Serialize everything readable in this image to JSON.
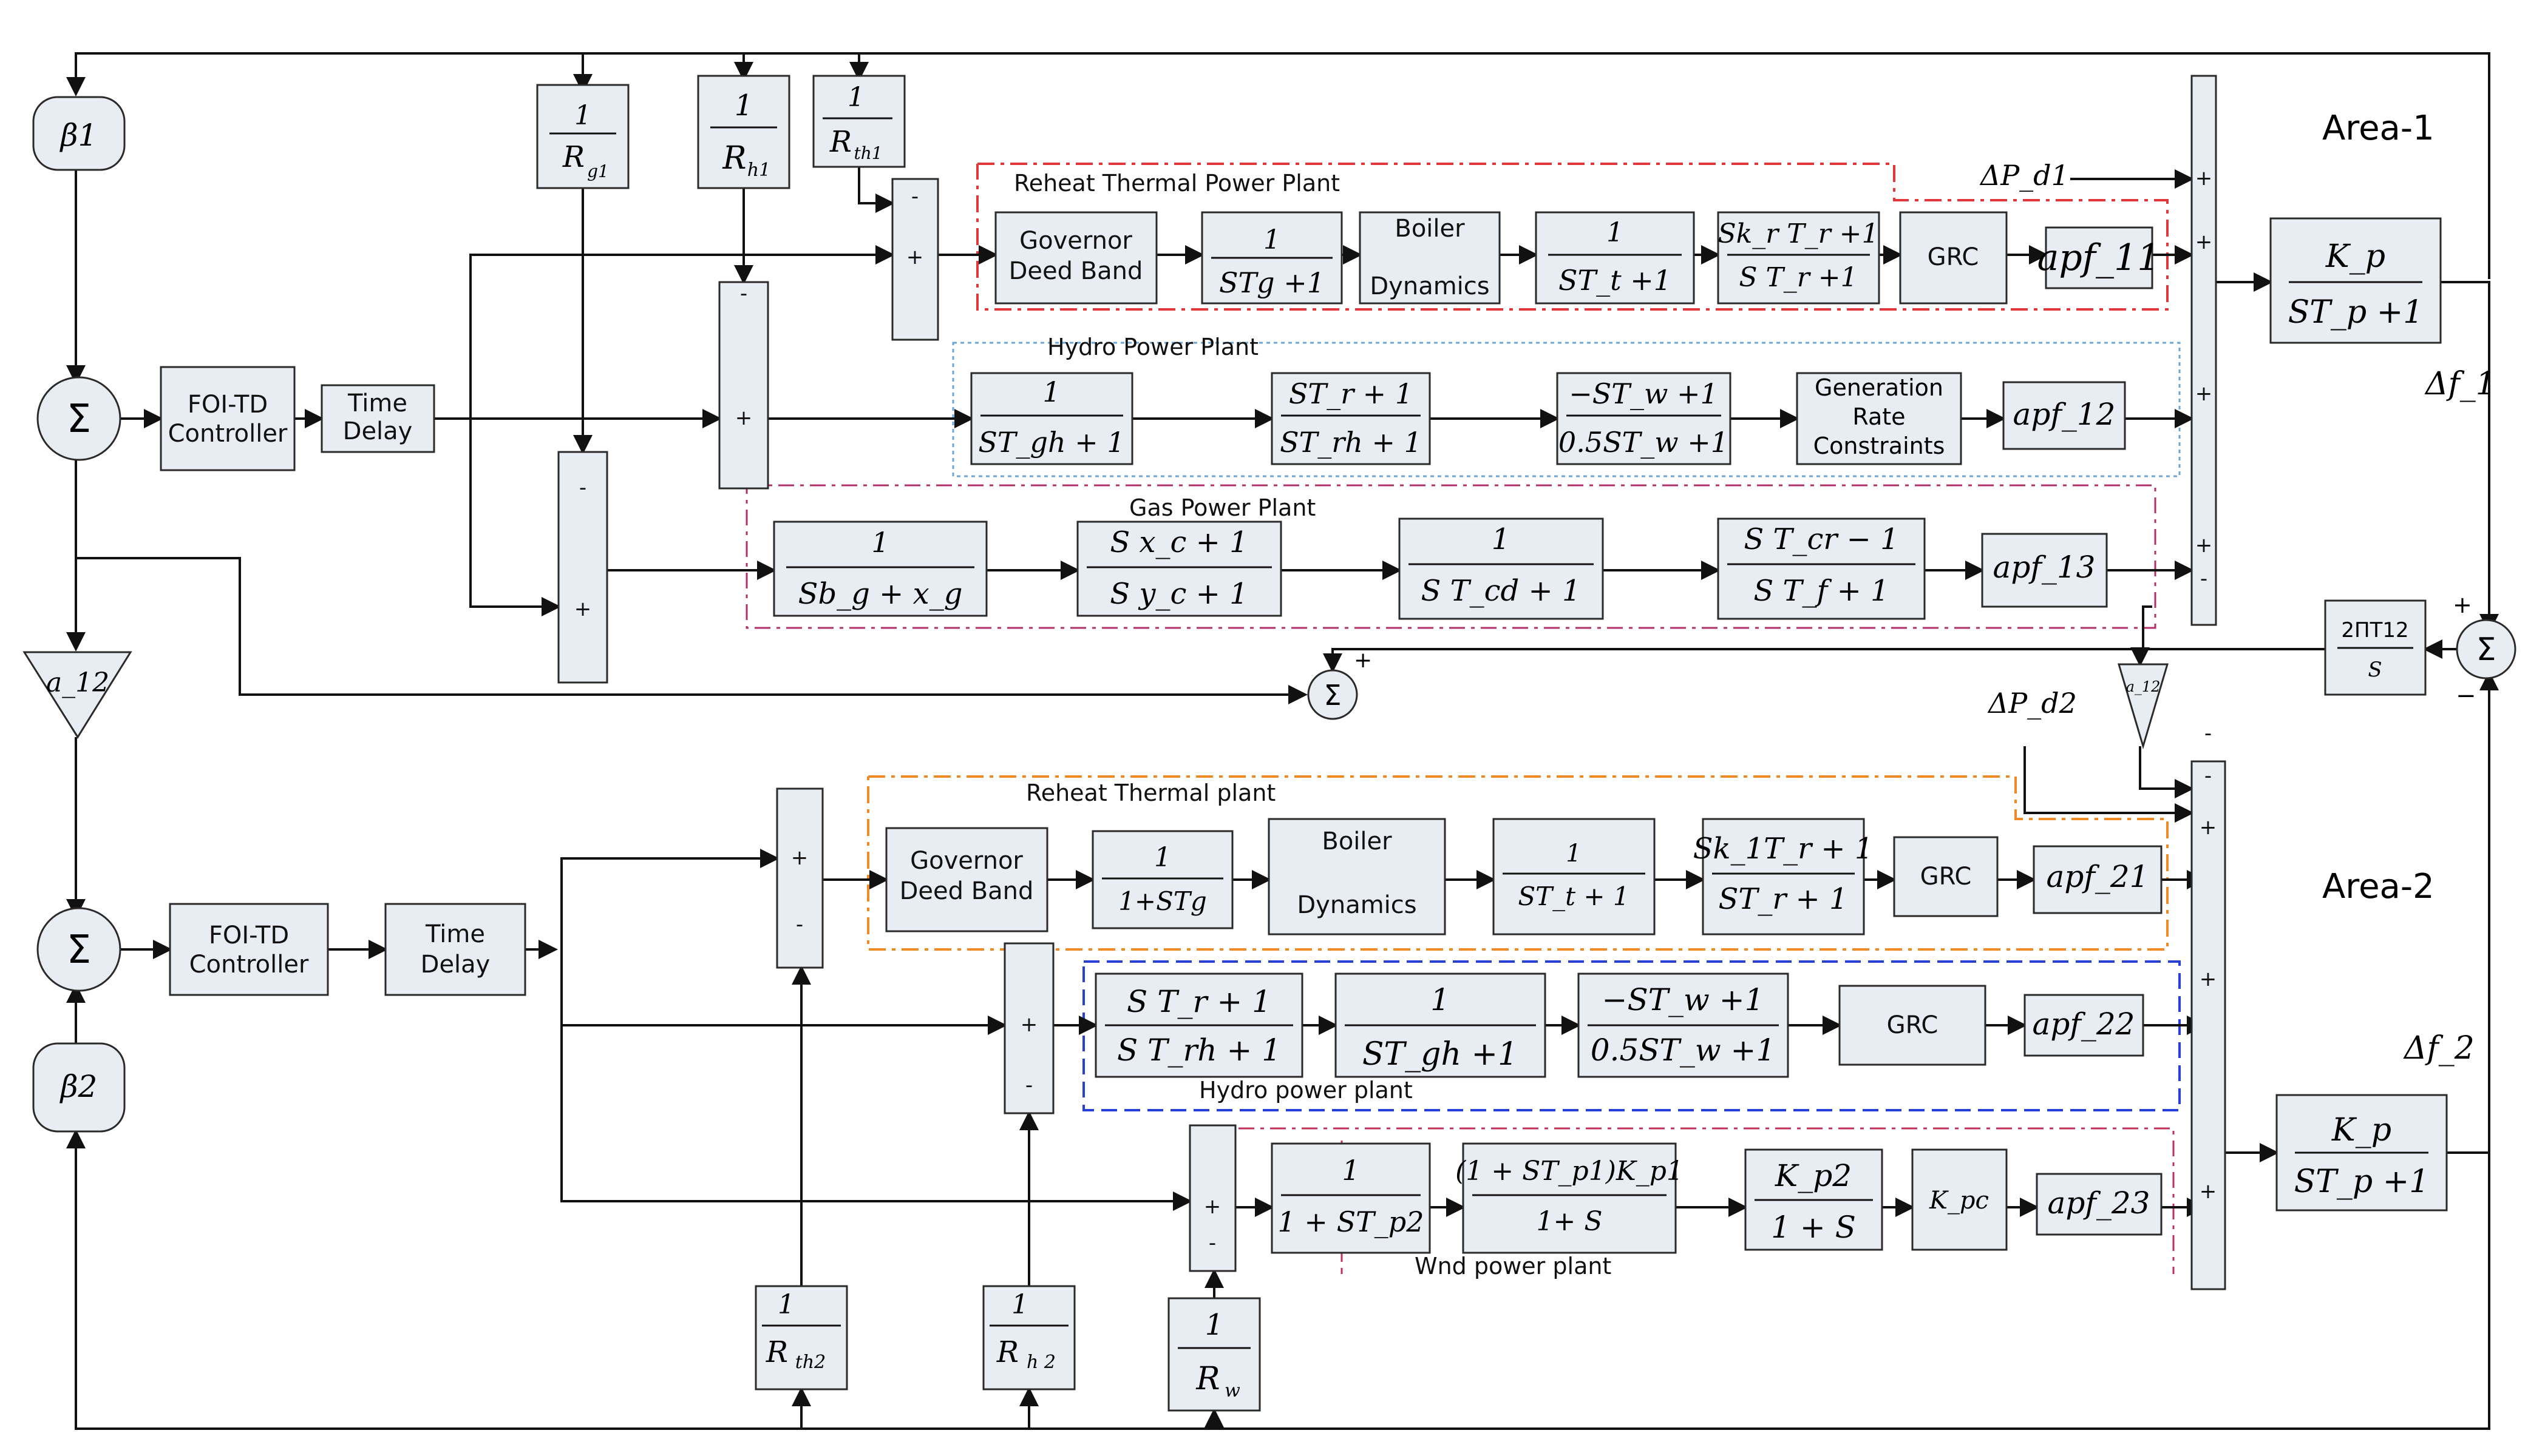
{
  "area1": {
    "title": "Area-1",
    "beta": "β1",
    "sum": "Σ",
    "controller_l1": "FOI-TD",
    "controller_l2": "Controller",
    "delay_l1": "Time",
    "delay_l2": "Delay",
    "r_g1": {
      "num": "1",
      "den": "R",
      "sub": "g1"
    },
    "r_h1": {
      "num": "1",
      "den": "R",
      "sub": "h1"
    },
    "r_th1": {
      "num": "1",
      "den": "R",
      "sub": "th1"
    },
    "thermal": {
      "label": "Reheat Thermal Power Plant",
      "governor_l1": "Governor",
      "governor_l2": "Deed Band",
      "tf1_num": "1",
      "tf1_den": "STg +1",
      "boiler_l1": "Boiler",
      "boiler_l2": "Dynamics",
      "tf2_num": "1",
      "tf2_den": "ST_t +1",
      "tf3_num": "Sk_r T_r +1",
      "tf3_den": "S T_r +1",
      "grc": "GRC",
      "apf": "apf_11"
    },
    "hydro": {
      "label": "Hydro Power Plant",
      "tf1_num": "1",
      "tf1_den": "ST_gh + 1",
      "tf2_num": "ST_r + 1",
      "tf2_den": "ST_rh + 1",
      "tf3_num": "−ST_w +1",
      "tf3_den": "0.5ST_w +1",
      "grc_l1": "Generation",
      "grc_l2": "Rate",
      "grc_l3": "Constraints",
      "apf": "apf_12"
    },
    "gas": {
      "label": "Gas Power Plant",
      "tf1_num": "1",
      "tf1_den": "Sb_g + x_g",
      "tf2_num": "S x_c + 1",
      "tf2_den": "S y_c + 1",
      "tf3_num": "1",
      "tf3_den": "S T_cd + 1",
      "tf4_num": "S T_cr − 1",
      "tf4_den": "S T_f + 1",
      "apf": "apf_13"
    },
    "disturbance": "ΔP_d1",
    "power_num": "K_p",
    "power_den": "ST_p +1",
    "freq": "Δf_1"
  },
  "tie": {
    "gain_num": "2ΠT12",
    "gain_den": "S",
    "sum": "Σ",
    "a12_left": "a_12",
    "a12_small": "a_12",
    "sum_mid": "Σ"
  },
  "area2": {
    "title": "Area-2",
    "beta": "β2",
    "sum": "Σ",
    "controller_l1": "FOI-TD",
    "controller_l2": "Controller",
    "delay_l1": "Time",
    "delay_l2": "Delay",
    "r_th2": {
      "num": "1",
      "den": "R",
      "sub": "th2"
    },
    "r_h2": {
      "num": "1",
      "den": "R",
      "sub": "h 2"
    },
    "r_w": {
      "num": "1",
      "den": "R",
      "sub": "w"
    },
    "thermal": {
      "label": "Reheat Thermal  plant",
      "governor_l1": "Governor",
      "governor_l2": "Deed Band",
      "tf1_num": "1",
      "tf1_den": "1+STg",
      "boiler_l1": "Boiler",
      "boiler_l2": "Dynamics",
      "tf2_num": "1",
      "tf2_den": "ST_t + 1",
      "tf3_num": "Sk_1T_r + 1",
      "tf3_den": "ST_r + 1",
      "grc": "GRC",
      "apf": "apf_21"
    },
    "hydro": {
      "label": "Hydro power plant",
      "tf1_num": "S T_r + 1",
      "tf1_den": "S T_rh + 1",
      "tf2_num": "1",
      "tf2_den": "ST_gh +1",
      "tf3_num": "−ST_w +1",
      "tf3_den": "0.5ST_w +1",
      "grc": "GRC",
      "apf": "apf_22"
    },
    "wind": {
      "label": "Wnd power plant",
      "tf1_num": "1",
      "tf1_den": "1 + ST_p2",
      "tf2_num": "(1 + ST_p1)K_p1",
      "tf2_den": "1+ S",
      "tf3_num": "K_p2",
      "tf3_den": "1 + S",
      "kpc": "K_pc",
      "apf": "apf_23"
    },
    "disturbance": "ΔP_d2",
    "power_num": "K_p",
    "power_den": "ST_p +1",
    "freq": "Δf_2"
  },
  "colors": {
    "block_fill": "#e8edf3",
    "thermal1_border": "#e0383b",
    "hydro1_border": "#6aa6d6",
    "gas_border": "#b0306a",
    "thermal2_border": "#f08a24",
    "hydro2_border": "#2740d8",
    "wind_border": "#c0305a"
  }
}
